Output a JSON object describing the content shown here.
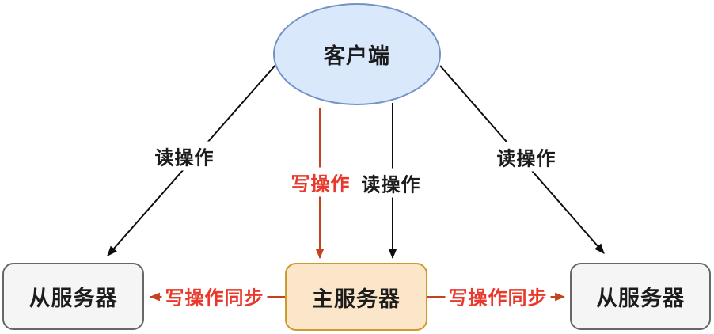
{
  "diagram": {
    "type": "master-slave-replication",
    "nodes": {
      "client": {
        "label": "客户端"
      },
      "master": {
        "label": "主服务器"
      },
      "slave_left": {
        "label": "从服务器"
      },
      "slave_right": {
        "label": "从服务器"
      }
    },
    "edges": {
      "read_left": {
        "label": "读操作",
        "from": "client",
        "to": "slave_left",
        "color": "black"
      },
      "write": {
        "label": "写操作",
        "from": "client",
        "to": "master",
        "color": "red"
      },
      "read_mid": {
        "label": "读操作",
        "from": "client",
        "to": "master",
        "color": "black"
      },
      "read_right": {
        "label": "读操作",
        "from": "client",
        "to": "slave_right",
        "color": "black"
      },
      "sync_left": {
        "label": "写操作同步",
        "from": "master",
        "to": "slave_left",
        "color": "red"
      },
      "sync_right": {
        "label": "写操作同步",
        "from": "master",
        "to": "slave_right",
        "color": "red"
      }
    },
    "colors": {
      "client_fill": "#dae8fc",
      "client_stroke": "#7492c4",
      "master_fill": "#fce6ca",
      "master_stroke": "#cb9b2b",
      "slave_fill": "#f5f5f5",
      "slave_stroke": "#676767",
      "arrow_black": "#0d0d0d",
      "arrow_red": "#c2431d",
      "red_text": "#e8392c"
    }
  }
}
